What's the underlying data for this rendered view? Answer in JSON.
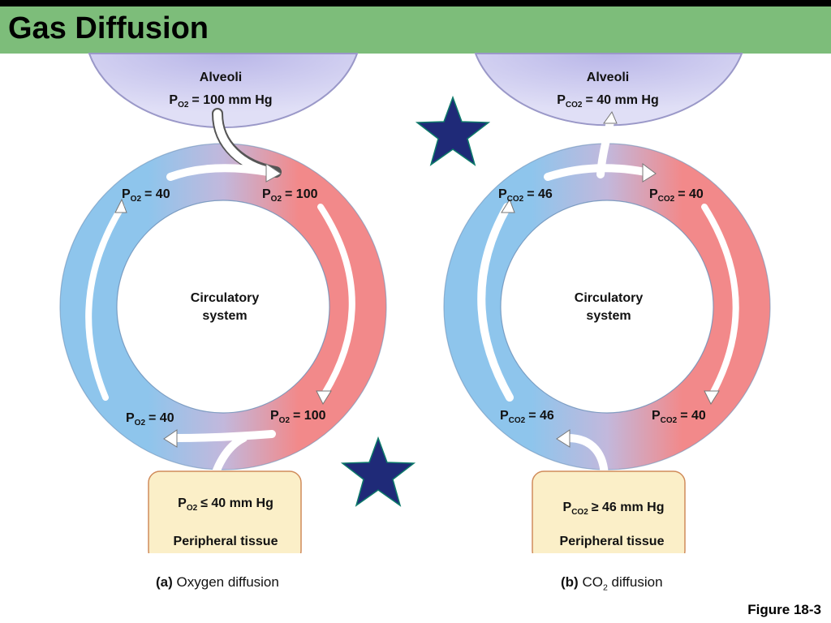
{
  "header": {
    "title": "Gas Diffusion"
  },
  "panels": [
    {
      "alveoli_label": "Alveoli",
      "alveoli_pressure": {
        "gas": "O2",
        "value": "= 100 mm Hg"
      },
      "loop_label_line1": "Circulatory",
      "loop_label_line2": "system",
      "top_left": {
        "gas": "O2",
        "value": "= 40"
      },
      "top_right": {
        "gas": "O2",
        "value": "= 100"
      },
      "bottom_left": {
        "gas": "O2",
        "value": "= 40"
      },
      "bottom_right": {
        "gas": "O2",
        "value": "= 100"
      },
      "tissue_pressure": {
        "gas": "O2",
        "value": "≤ 40 mm Hg"
      },
      "tissue_label": "Peripheral tissue",
      "caption_letter": "(a)",
      "caption_text": "Oxygen diffusion"
    },
    {
      "alveoli_label": "Alveoli",
      "alveoli_pressure": {
        "gas": "CO2",
        "value": "= 40 mm Hg"
      },
      "loop_label_line1": "Circulatory",
      "loop_label_line2": "system",
      "top_left": {
        "gas": "CO2",
        "value": "= 46"
      },
      "top_right": {
        "gas": "CO2",
        "value": "= 40"
      },
      "bottom_left": {
        "gas": "CO2",
        "value": "= 46"
      },
      "bottom_right": {
        "gas": "CO2",
        "value": "= 40"
      },
      "tissue_pressure": {
        "gas": "CO2",
        "value": "≥ 46 mm Hg"
      },
      "tissue_label": "Peripheral tissue",
      "caption_letter": "(b)",
      "caption_text_pre": "CO",
      "caption_text_sub": "2",
      "caption_text_post": " diffusion"
    }
  ],
  "figure_label": "Figure 18-3",
  "colors": {
    "banner": "#7dbd7a",
    "alveoli_fill": "#cdcbee",
    "loop_blue": "#8ec5ec",
    "loop_red": "#f2898a",
    "tissue_fill": "#fbefc8",
    "star": "#1f2a78"
  },
  "icons": [
    "star-icon",
    "star-icon"
  ]
}
